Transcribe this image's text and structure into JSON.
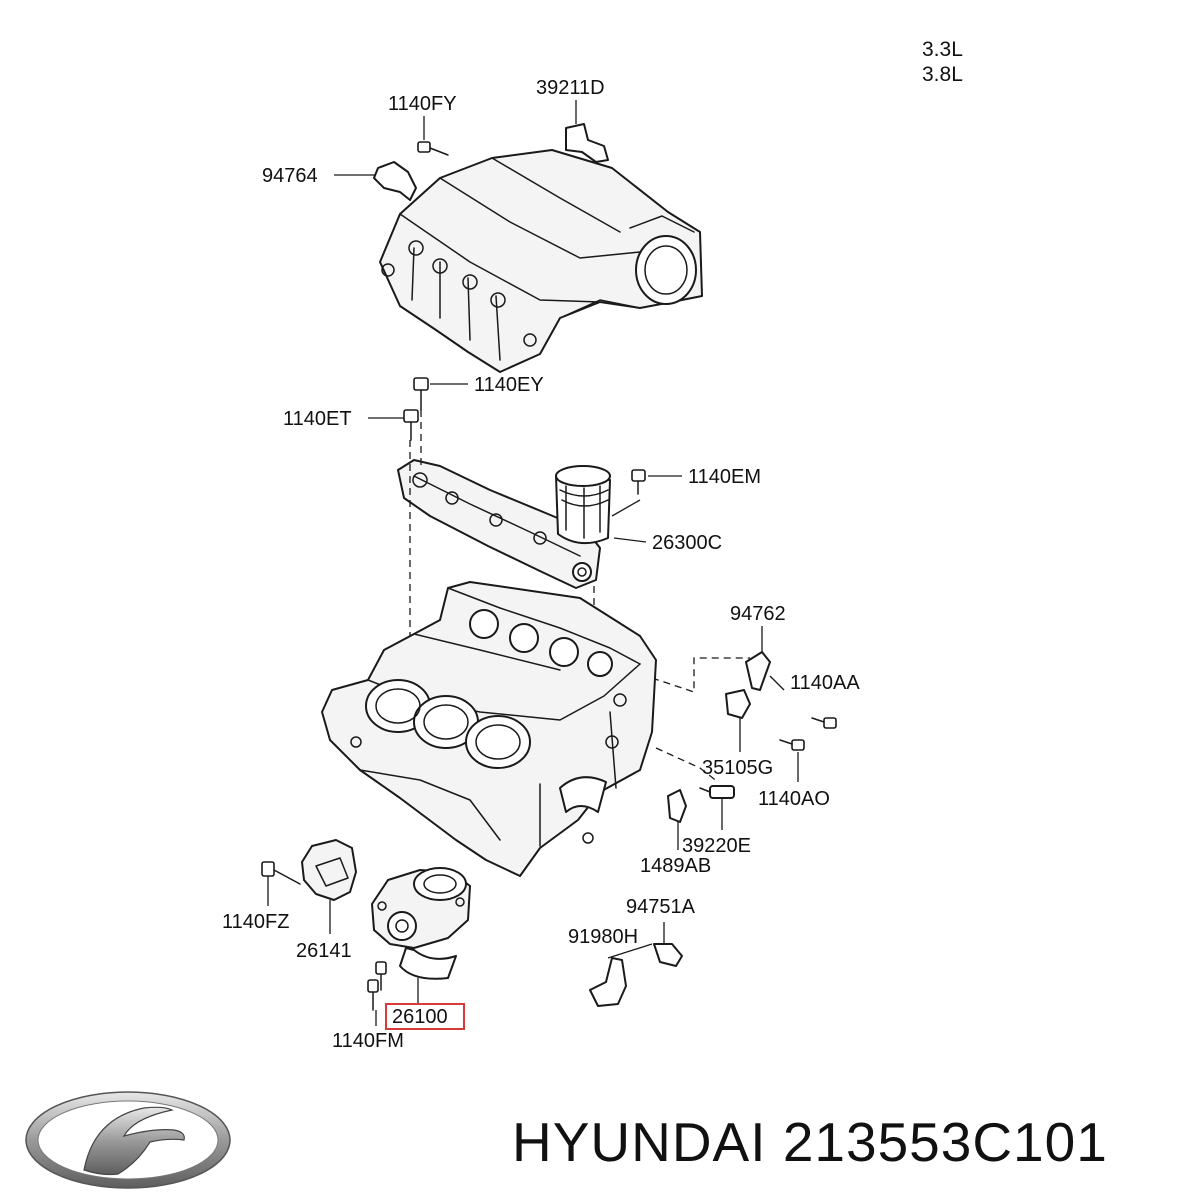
{
  "engine_variants": [
    "3.3L",
    "3.8L"
  ],
  "callouts": {
    "c1140FY": "1140FY",
    "c39211D": "39211D",
    "c94764": "94764",
    "c1140EY": "1140EY",
    "c1140ET": "1140ET",
    "c1140EM": "1140EM",
    "c26300C": "26300C",
    "c94762": "94762",
    "c1140AA": "1140AA",
    "c35105G": "35105G",
    "c1140AO": "1140AO",
    "c39220E": "39220E",
    "c1489AB": "1489AB",
    "c1140FZ": "1140FZ",
    "c26141": "26141",
    "c94751A": "94751A",
    "c91980H": "91980H",
    "c26100": "26100",
    "c1140FM": "1140FM"
  },
  "highlighted_part": "26100",
  "highlight_color": "#d83a3a",
  "footer": {
    "brand": "HYUNDAI",
    "part_number": "213553C101",
    "logo_icon": "hyundai-logo-icon"
  }
}
